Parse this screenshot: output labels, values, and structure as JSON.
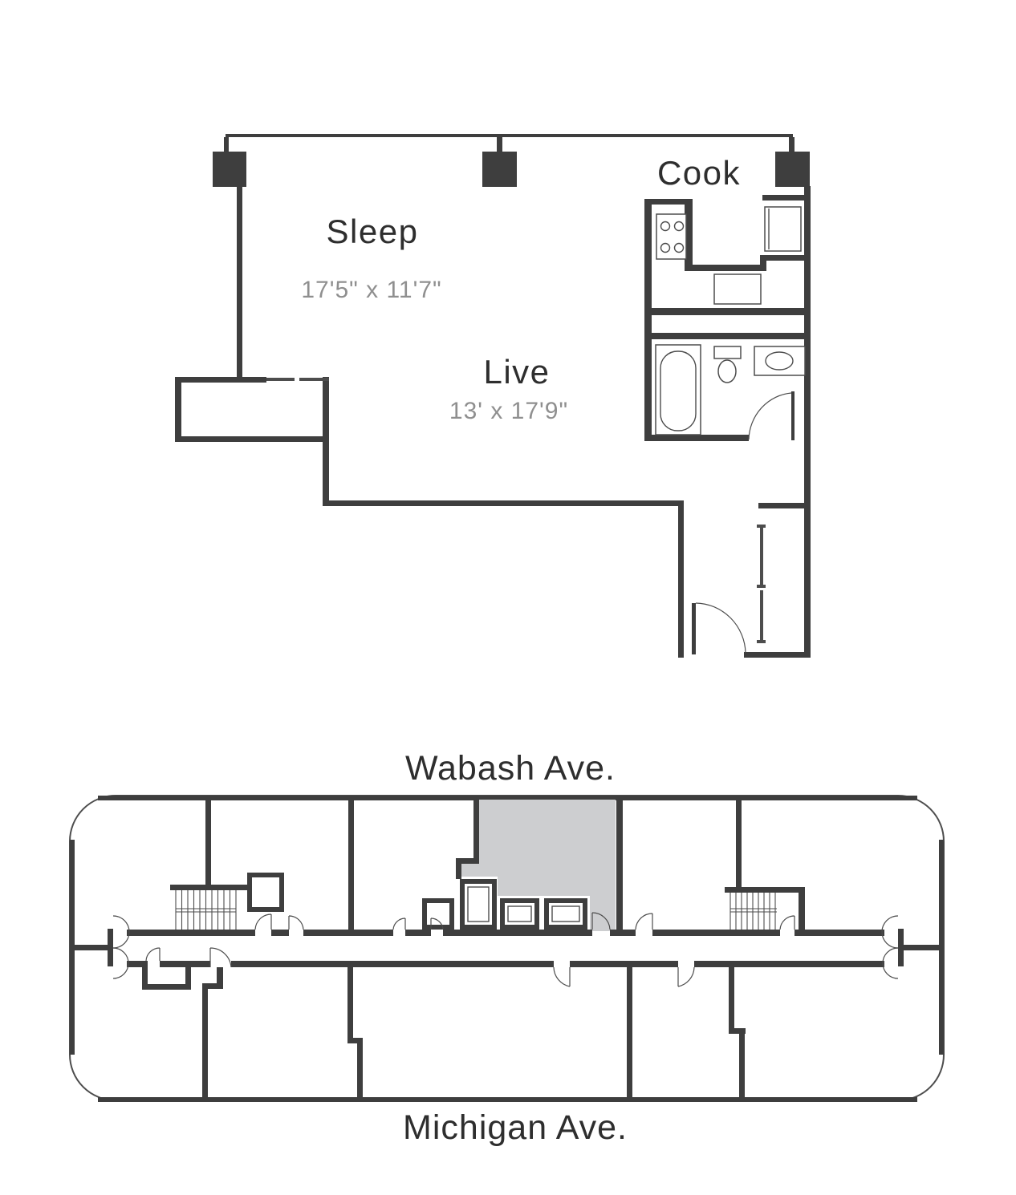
{
  "colors": {
    "wall": "#3e3e3e",
    "fixture-line": "#4d4d4d",
    "label-text": "#2e2e2e",
    "dimension-text": "#8f8f8f",
    "unit-highlight": "#cdced0",
    "background": "#ffffff"
  },
  "unit_plan": {
    "rooms": [
      {
        "name": "Sleep",
        "dimensions": "17'5\" x 11'7\""
      },
      {
        "name": "Live",
        "dimensions": "13' x 17'9\""
      },
      {
        "name": "Cook",
        "dimensions": ""
      }
    ]
  },
  "key_plan": {
    "street_top": "Wabash Ave.",
    "street_bottom": "Michigan Ave."
  }
}
